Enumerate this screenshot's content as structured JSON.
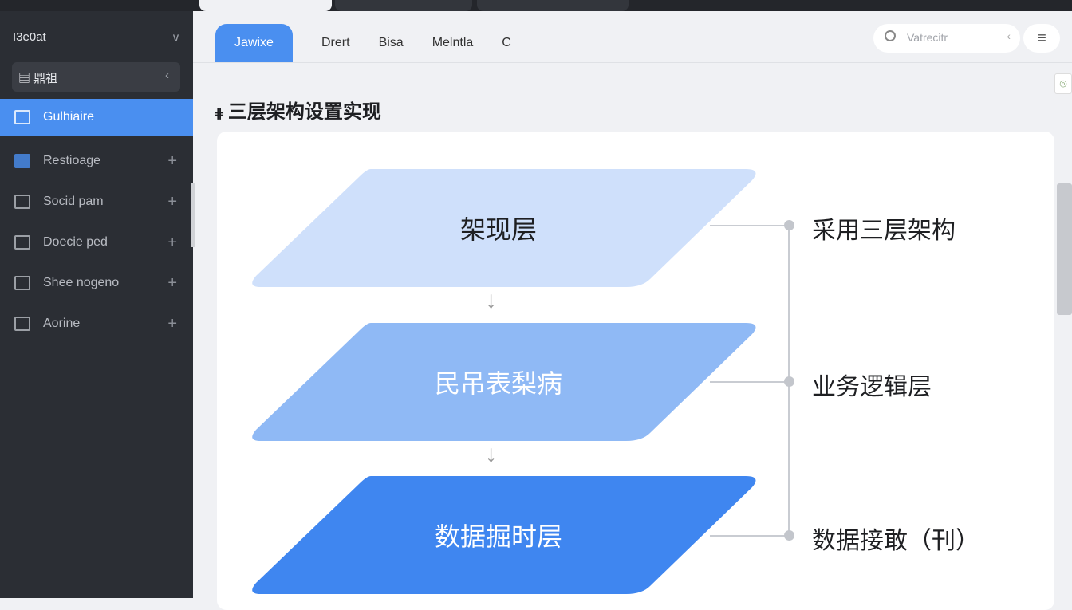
{
  "sidebar": {
    "title": "I3e0at",
    "box_label": "鼎祖",
    "items": [
      {
        "label": "Gulhiaire",
        "active": true,
        "icon": "grid-icon"
      },
      {
        "label": "Restioage",
        "icon": "document-icon"
      },
      {
        "label": "Socid pam",
        "icon": "calendar-icon"
      },
      {
        "label": "Doecie ped",
        "icon": "layout-icon"
      },
      {
        "label": "Shee nogeno",
        "icon": "panel-icon"
      },
      {
        "label": "Aorine",
        "icon": "box-icon"
      }
    ]
  },
  "tabs": [
    "Jawixe",
    "Drert",
    "Bisa",
    "Melntla",
    "C"
  ],
  "search": {
    "placeholder": "Vatrecitr"
  },
  "page": {
    "title": "三层架构设置实现"
  },
  "diagram": {
    "layers": [
      {
        "label": "架现层",
        "color": "#cfe0fb",
        "text_color": "#1e1f22"
      },
      {
        "label": "民吊表梨病",
        "color": "#8fb9f5",
        "text_color": "#ffffff"
      },
      {
        "label": "数据掘时层",
        "color": "#3f86f0",
        "text_color": "#ffffff"
      }
    ],
    "annotations": [
      "采用三层架构",
      "业务逻辑层",
      "数据接敢（刊）"
    ]
  },
  "colors": {
    "accent": "#4a8ff0",
    "sidebar": "#2b2e34"
  }
}
